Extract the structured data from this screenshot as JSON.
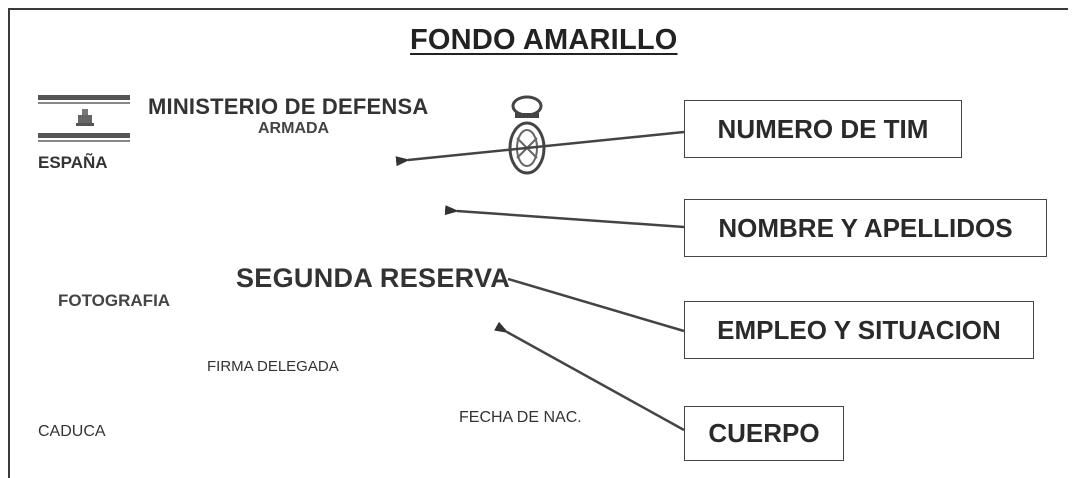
{
  "title": "FONDO AMARILLO",
  "header": {
    "ministry": "MINISTERIO DE DEFENSA",
    "branch": "ARMADA",
    "country": "ESPAÑA"
  },
  "card_fields": {
    "situation": "SEGUNDA RESERVA",
    "photo": "FOTOGRAFIA",
    "signature": "FIRMA DELEGADA",
    "expiry": "CADUCA",
    "birth_date": "FECHA DE NAC."
  },
  "callouts": {
    "tim_number": "NUMERO DE TIM",
    "full_name": "NOMBRE Y APELLIDOS",
    "rank_status": "EMPLEO Y SITUACION",
    "corps": "CUERPO"
  },
  "icons": {
    "logo": "spain-government-logo-icon",
    "crest": "navy-crest-icon",
    "arrow": "arrow-icon"
  }
}
